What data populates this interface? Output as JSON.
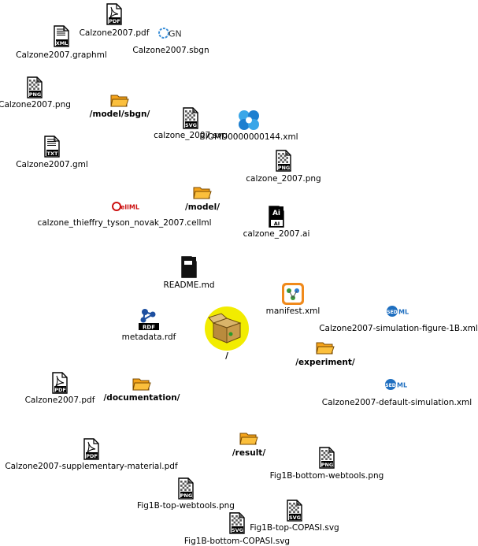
{
  "nodes": [
    {
      "id": "n1",
      "label": "Calzone2007.pdf",
      "kind": "pdf",
      "tag": "PDF",
      "bold": false
    },
    {
      "id": "n2",
      "label": "Calzone2007.graphml",
      "kind": "doc",
      "tag": "XML",
      "bold": false
    },
    {
      "id": "n3",
      "label": "Calzone2007.sbgn",
      "kind": "sbgn",
      "tag": "SBGN",
      "bold": false
    },
    {
      "id": "n4",
      "label": "Calzone2007.png",
      "kind": "image",
      "tag": "PNG",
      "bold": false
    },
    {
      "id": "n5",
      "label": "/model/sbgn/",
      "kind": "folder",
      "tag": "",
      "bold": true
    },
    {
      "id": "n6",
      "label": "calzone_2007.svg",
      "kind": "image",
      "tag": "SVG",
      "bold": false
    },
    {
      "id": "n7",
      "label": "BIOMD0000000144.xml",
      "kind": "sbml",
      "tag": "",
      "bold": false
    },
    {
      "id": "n8",
      "label": "Calzone2007.gml",
      "kind": "doc",
      "tag": "TXT",
      "bold": false
    },
    {
      "id": "n9",
      "label": "calzone_2007.png",
      "kind": "image",
      "tag": "PNG",
      "bold": false
    },
    {
      "id": "n10",
      "label": "/model/",
      "kind": "folder",
      "tag": "",
      "bold": true
    },
    {
      "id": "n11",
      "label": "calzone_thieffry_tyson_novak_2007.cellml",
      "kind": "cellml",
      "tag": "CellML",
      "bold": false
    },
    {
      "id": "n12",
      "label": "calzone_2007.ai",
      "kind": "ai",
      "tag": "Ai",
      "bold": false
    },
    {
      "id": "n13",
      "label": "README.md",
      "kind": "readme",
      "tag": "",
      "bold": false
    },
    {
      "id": "n14",
      "label": "manifest.xml",
      "kind": "manifest",
      "tag": "",
      "bold": false
    },
    {
      "id": "n15",
      "label": "Calzone2007-simulation-figure-1B.xml",
      "kind": "sedml",
      "tag": "SED-ML",
      "bold": false
    },
    {
      "id": "n16",
      "label": "metadata.rdf",
      "kind": "rdf",
      "tag": "RDF",
      "bold": false
    },
    {
      "id": "n17",
      "label": "/",
      "kind": "archive",
      "tag": "",
      "bold": true
    },
    {
      "id": "n18",
      "label": "/experiment/",
      "kind": "folder",
      "tag": "",
      "bold": true
    },
    {
      "id": "n19",
      "label": "Calzone2007.pdf",
      "kind": "pdf",
      "tag": "PDF",
      "bold": false
    },
    {
      "id": "n20",
      "label": "/documentation/",
      "kind": "folder",
      "tag": "",
      "bold": true
    },
    {
      "id": "n21",
      "label": "Calzone2007-default-simulation.xml",
      "kind": "sedml",
      "tag": "SED-ML",
      "bold": false
    },
    {
      "id": "n22",
      "label": "/result/",
      "kind": "folder",
      "tag": "",
      "bold": true
    },
    {
      "id": "n23",
      "label": "Calzone2007-supplementary-material.pdf",
      "kind": "pdf",
      "tag": "PDF",
      "bold": false
    },
    {
      "id": "n24",
      "label": "Fig1B-bottom-webtools.png",
      "kind": "image",
      "tag": "PNG",
      "bold": false
    },
    {
      "id": "n25",
      "label": "Fig1B-top-webtools.png",
      "kind": "image",
      "tag": "PNG",
      "bold": false
    },
    {
      "id": "n26",
      "label": "Fig1B-top-COPASI.svg",
      "kind": "image",
      "tag": "SVG",
      "bold": false
    },
    {
      "id": "n27",
      "label": "Fig1B-bottom-COPASI.svg",
      "kind": "image",
      "tag": "SVG",
      "bold": false
    }
  ]
}
